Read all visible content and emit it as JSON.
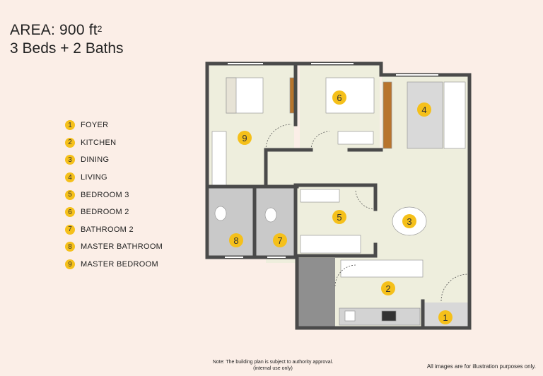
{
  "header": {
    "area_label": "AREA: 900 ft",
    "area_superscript": "2",
    "subtitle": "3 Beds + 2 Baths"
  },
  "legend": {
    "items": [
      {
        "number": "1",
        "label": "FOYER"
      },
      {
        "number": "2",
        "label": "KITCHEN"
      },
      {
        "number": "3",
        "label": "DINING"
      },
      {
        "number": "4",
        "label": "LIVING"
      },
      {
        "number": "5",
        "label": "BEDROOM 3"
      },
      {
        "number": "6",
        "label": "BEDROOM 2"
      },
      {
        "number": "7",
        "label": "BATHROOM 2"
      },
      {
        "number": "8",
        "label": "MASTER BATHROOM"
      },
      {
        "number": "9",
        "label": "MASTER BEDROOM"
      }
    ]
  },
  "plan_markers": {
    "m1": "1",
    "m2": "2",
    "m3": "3",
    "m4": "4",
    "m5": "5",
    "m6": "6",
    "m7": "7",
    "m8": "8",
    "m9": "9"
  },
  "footer": {
    "note_line1": "Note: The building plan is subject to authority approval.",
    "note_line2": "(internal use only)",
    "disclaimer": "All images are for illustration purposes only."
  },
  "colors": {
    "background": "#fbeee7",
    "marker": "#f5c01a",
    "wall": "#4a4a4a",
    "floor": "#eeeedd"
  }
}
